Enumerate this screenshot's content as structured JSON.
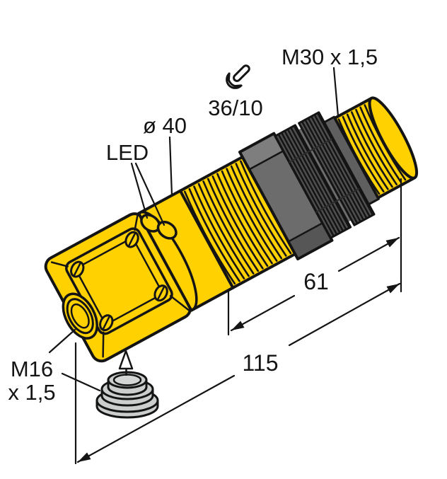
{
  "drawing": {
    "type": "technical-dimension-drawing",
    "subject": "inductive sensor with threaded barrel and terminal head",
    "labels": {
      "m30_thread": "M30 x 1,5",
      "wrench_spec": "36/10",
      "diameter": "ø 40",
      "led": "LED",
      "m16_line1": "M16",
      "m16_line2": "x 1,5"
    },
    "dimensions": {
      "thread_section_length": "61",
      "overall_length": "115"
    },
    "colors": {
      "housing_yellow": "#FFD100",
      "outline_black": "#141414",
      "nut_gray": "#6C6C6C",
      "knurl_gray": "#4F4F4F",
      "ring_gray": "#5F5F5F",
      "cap_gray": "#CBCECD",
      "background": "#FFFFFF"
    },
    "icons": [
      "wrench-icon",
      "up-arrow-icon"
    ]
  }
}
